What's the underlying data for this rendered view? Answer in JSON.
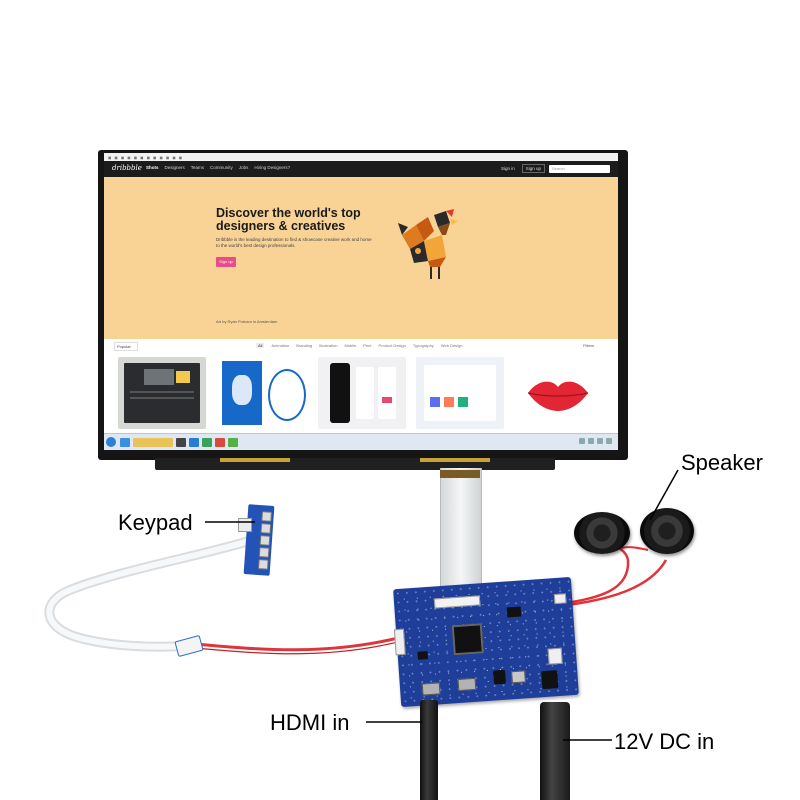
{
  "screen": {
    "browser_toolbar_hint": "",
    "site_logo": "dribbble",
    "nav_items": [
      "Shots",
      "Designers",
      "Teams",
      "Community",
      "Jobs",
      "Hiring Designers?"
    ],
    "nav_active_index": 0,
    "sign_in": "Sign in",
    "sign_up": "Sign up",
    "search_placeholder": "Search",
    "hero_title": "Discover the world's top designers & creatives",
    "hero_subtitle": "Dribbble is the leading destination to find & showcase creative work and home to the world's best design professionals.",
    "hero_button": "Sign up",
    "hero_credit": "Art by Ryan Putnam in Amsterdam",
    "filter_popular": "Popular",
    "filter_categories": [
      "All",
      "Animation",
      "Branding",
      "Illustration",
      "Mobile",
      "Print",
      "Product Design",
      "Typography",
      "Web Design"
    ],
    "filter_active_index": 0,
    "filter_button": "Filters"
  },
  "callouts": {
    "speaker": "Speaker",
    "keypad": "Keypad",
    "hdmi_in": "HDMI in",
    "dc_in": "12V DC in"
  },
  "colors": {
    "hero_bg": "#f9d395",
    "accent_pink": "#ea4c89",
    "pcb_blue": "#1e3e9a",
    "cable_red": "#e0343b"
  }
}
